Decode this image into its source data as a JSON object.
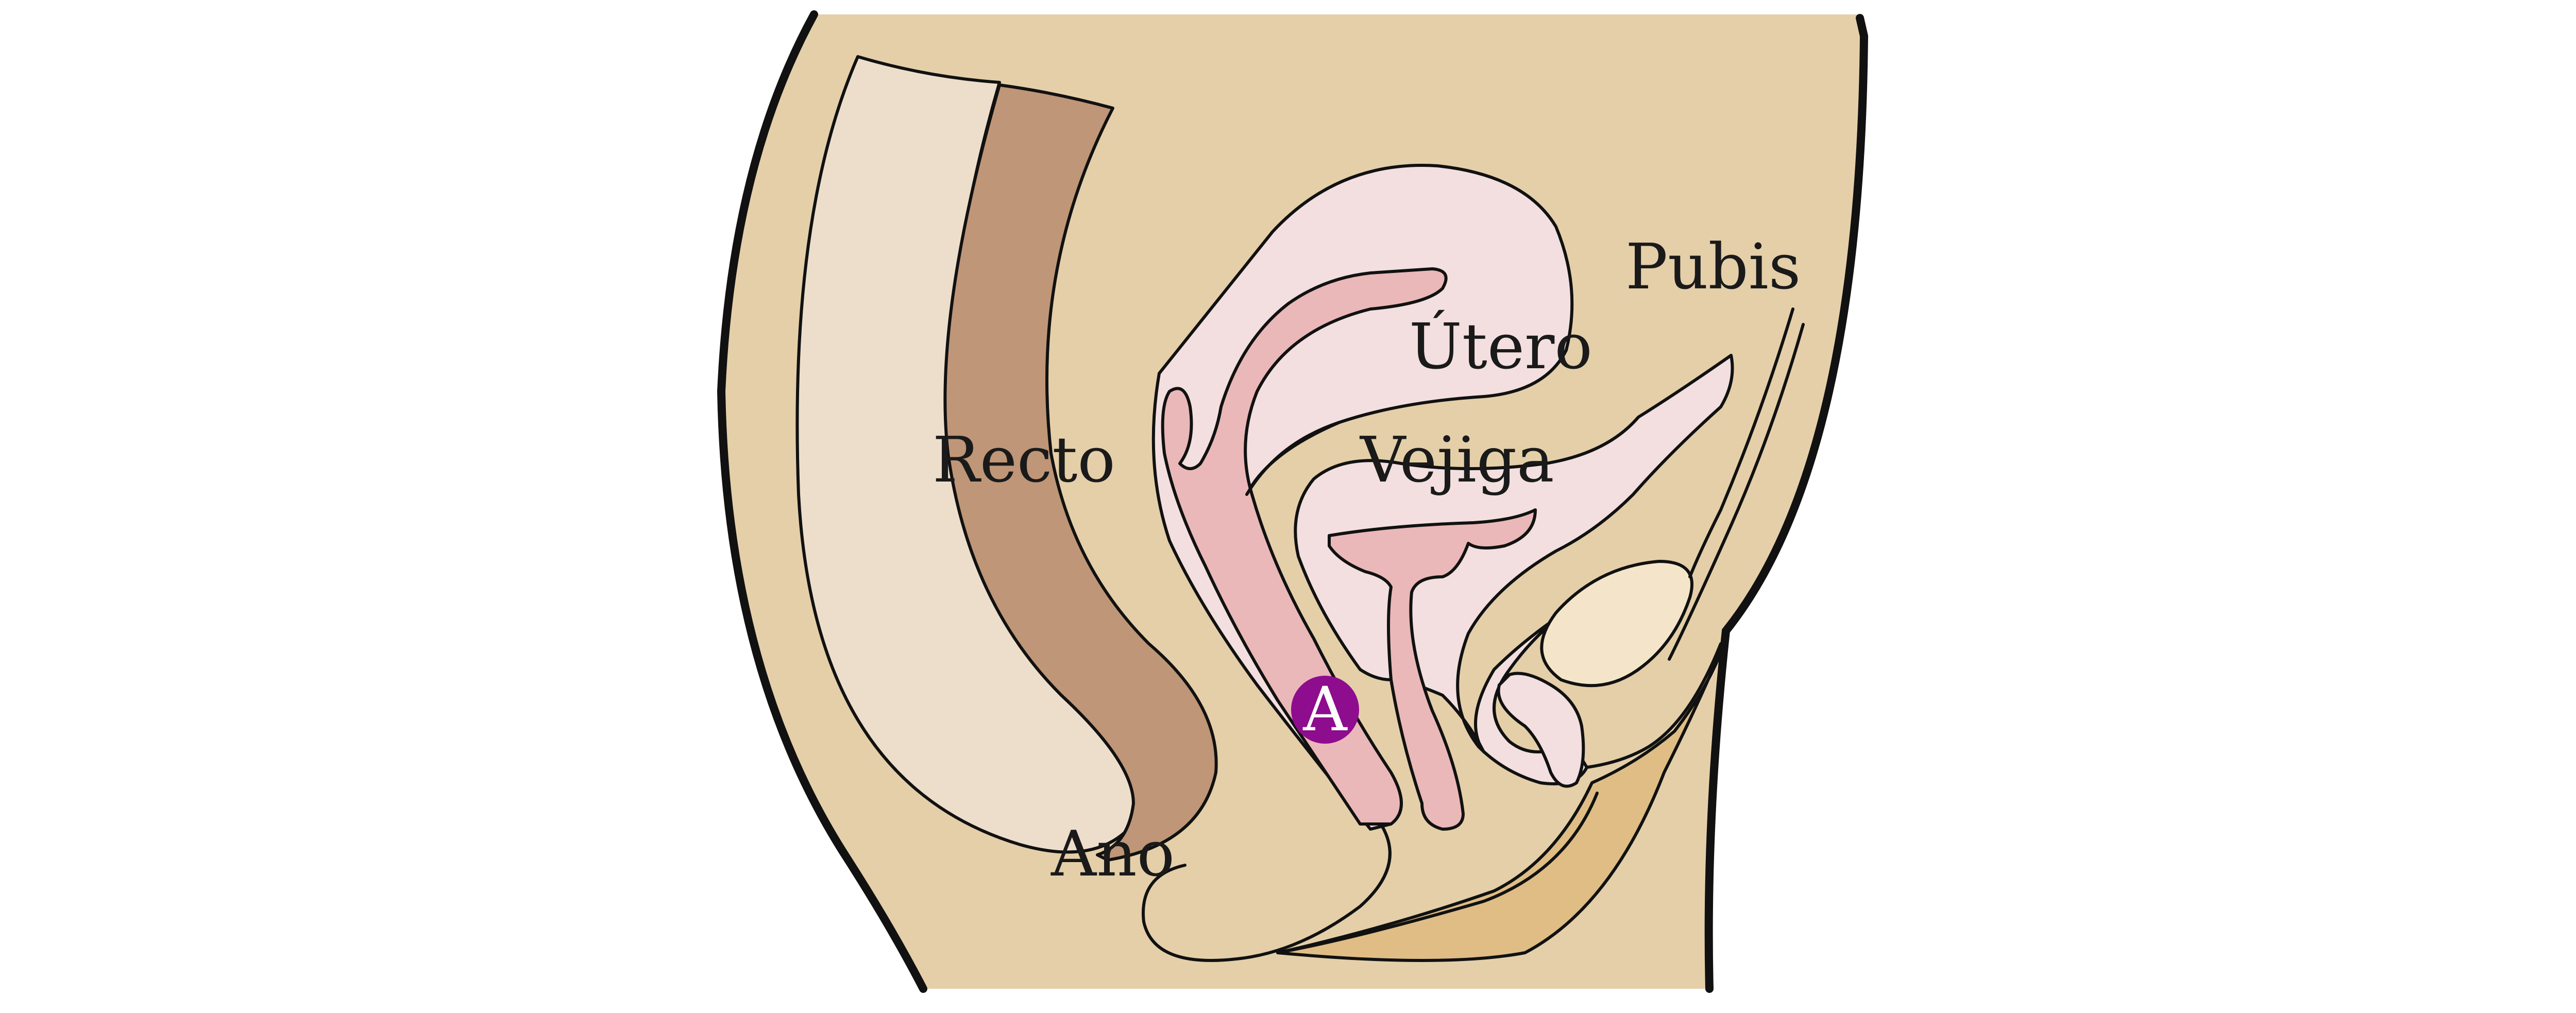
{
  "labels": {
    "rectum": "Recto",
    "anus": "Ano",
    "uterus": "Útero",
    "bladder": "Vejiga",
    "pubis": "Pubis"
  },
  "marker": {
    "letter": "A",
    "color": "#8e0c8e"
  },
  "colors": {
    "body_skin": "#e4cfa9",
    "rectum_wall": "#bf9677",
    "rectum_inner": "#eddecb",
    "uterus_outer": "#f3dfdf",
    "uterus_cavity": "#eab8b8",
    "bladder": "#f3dfdf",
    "pubic_bone": "#f4e5ca",
    "pelvic_floor": "#dfbd85",
    "outline": "#111111"
  }
}
